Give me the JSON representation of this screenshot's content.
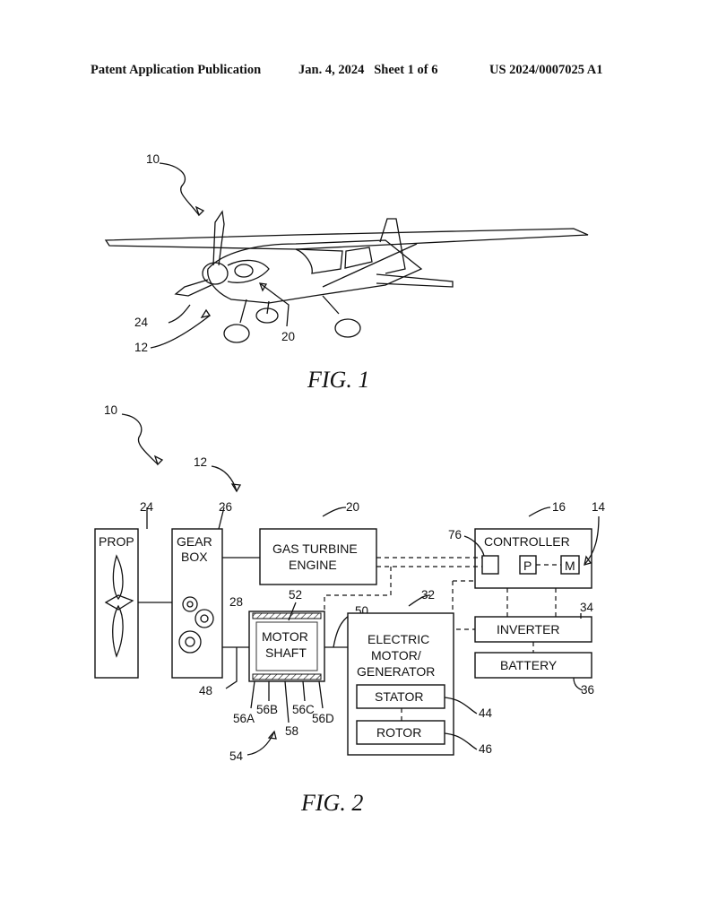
{
  "header": {
    "publication": "Patent Application Publication",
    "date_sheet": "Jan. 4, 2024   Sheet 1 of 6",
    "number": "US 2024/0007025 A1"
  },
  "fig1": {
    "caption": "FIG. 1",
    "refs": {
      "aircraft": "10",
      "propulsion": "12",
      "prop": "24",
      "engine": "20"
    }
  },
  "fig2": {
    "caption": "FIG. 2",
    "refs": {
      "aircraft": "10",
      "propulsion": "12",
      "prop": "24",
      "gearbox": "26",
      "gas_turbine": "20",
      "controller": "16",
      "hybrid": "14",
      "c76": "76",
      "housing": "28",
      "shaft_ref": "52",
      "conn50": "50",
      "motor": "32",
      "inverter": "34",
      "battery": "36",
      "stator": "44",
      "rotor": "46",
      "shaft48": "48",
      "s56a": "56A",
      "s56b": "56B",
      "s56c": "56C",
      "s56d": "56D",
      "s58": "58",
      "s54": "54"
    },
    "blocks": {
      "prop": "PROP",
      "gear_1": "GEAR",
      "gear_2": "BOX",
      "turbine_1": "GAS TURBINE",
      "turbine_2": "ENGINE",
      "controller": "CONTROLLER",
      "p": "P",
      "m": "M",
      "motor_shaft_1": "MOTOR",
      "motor_shaft_2": "SHAFT",
      "motor_1": "ELECTRIC",
      "motor_2": "MOTOR/",
      "motor_3": "GENERATOR",
      "inverter": "INVERTER",
      "battery": "BATTERY",
      "stator": "STATOR",
      "rotor": "ROTOR"
    }
  }
}
